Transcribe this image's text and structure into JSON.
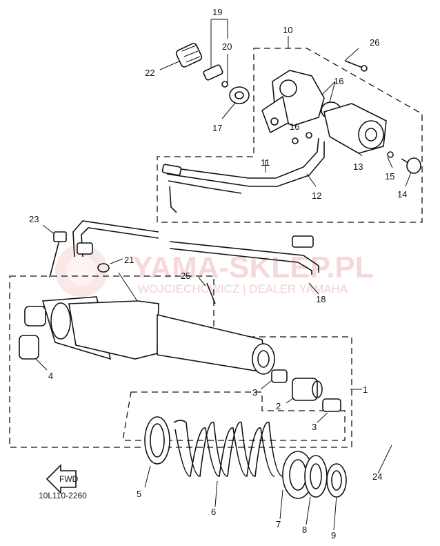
{
  "watermark": {
    "brand": "YAMA-SKLEP.PL",
    "dealer": "WOJCIECHOWICZ | DEALER YAMAHA"
  },
  "diagram_code": "10L110-2260",
  "direction_arrow": "FWD",
  "callouts": [
    "1",
    "2",
    "3",
    "3",
    "4",
    "5",
    "6",
    "7",
    "8",
    "9",
    "10",
    "11",
    "12",
    "13",
    "14",
    "15",
    "16",
    "16",
    "17",
    "18",
    "19",
    "20",
    "21",
    "22",
    "23",
    "24",
    "25",
    "26"
  ]
}
